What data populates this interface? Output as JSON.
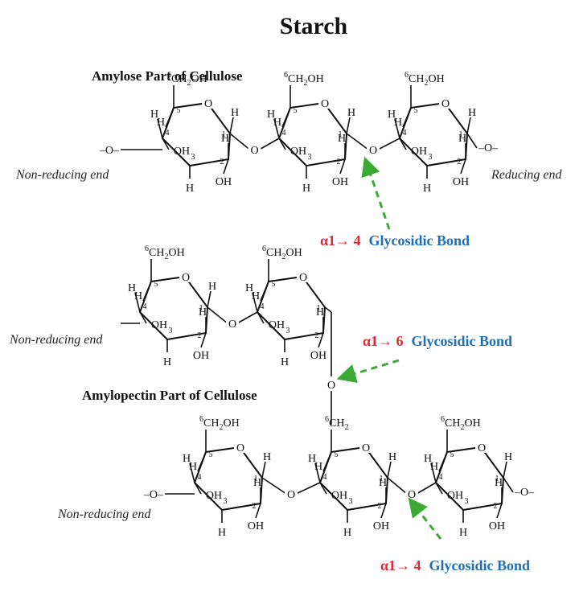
{
  "title": "Starch",
  "amylose": {
    "heading": "Amylose Part of Cellulose",
    "left_end": "Non-reducing end",
    "right_end": "Reducing end",
    "bond": {
      "prefix": "α1→ 4",
      "suffix": "Glycosidic Bond"
    }
  },
  "amylopectin": {
    "heading": "Amylopectin Part of Cellulose",
    "upper_left_end": "Non-reducing end",
    "lower_left_end": "Non-reducing end",
    "branch_bond": {
      "prefix": "α1→ 6",
      "suffix": "Glycosidic Bond"
    },
    "chain_bond": {
      "prefix": "α1→ 4",
      "suffix": "Glycosidic Bond"
    }
  },
  "molecule": {
    "ring_oxygen": "O",
    "linking_oxygen": "O",
    "hydrogen": "H",
    "hydroxyl": "OH",
    "ch2oh": "CH2OH",
    "ch2": "CH2",
    "carbon_numbers": [
      "1",
      "2",
      "3",
      "4",
      "5",
      "6"
    ]
  },
  "colors": {
    "alpha": "#e32636",
    "bond_text": "#1f6fb6",
    "arrow": "#3aaa35"
  }
}
